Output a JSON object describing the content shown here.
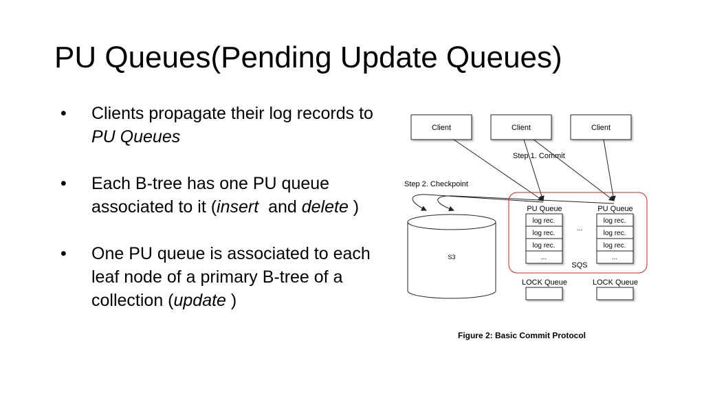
{
  "slide": {
    "title": "PU Queues(Pending Update Queues)",
    "bullets": [
      {
        "parts": [
          {
            "text": "Clients propagate their log records to "
          },
          {
            "text": "PU Queues",
            "italic": true
          }
        ]
      },
      {
        "parts": [
          {
            "text": "Each B-tree has one PU queue associated to it ("
          },
          {
            "text": "insert",
            "italic": true
          },
          {
            "text": "  and "
          },
          {
            "text": "delete",
            "italic": true
          },
          {
            "text": " )"
          }
        ]
      },
      {
        "parts": [
          {
            "text": "One PU queue is associated to each leaf node of a primary B-tree of a collection ("
          },
          {
            "text": "update",
            "italic": true
          },
          {
            "text": " )"
          }
        ]
      }
    ],
    "bullet_glyph": "•"
  },
  "figure": {
    "clients": [
      "Client",
      "Client",
      "Client"
    ],
    "step1": "Step 1. Commit",
    "step2": "Step 2. Checkpoint",
    "storage": "S3",
    "pu_queue_label": "PU Queue",
    "log_rec": "log rec.",
    "ellipsis": "...",
    "middle_ellipsis": "...",
    "sqs": "SQS",
    "lock_queue_label": "LOCK Queue",
    "caption": "Figure 2: Basic Commit Protocol",
    "colors": {
      "sqs_border": "#cc2222",
      "line": "#222222"
    }
  }
}
